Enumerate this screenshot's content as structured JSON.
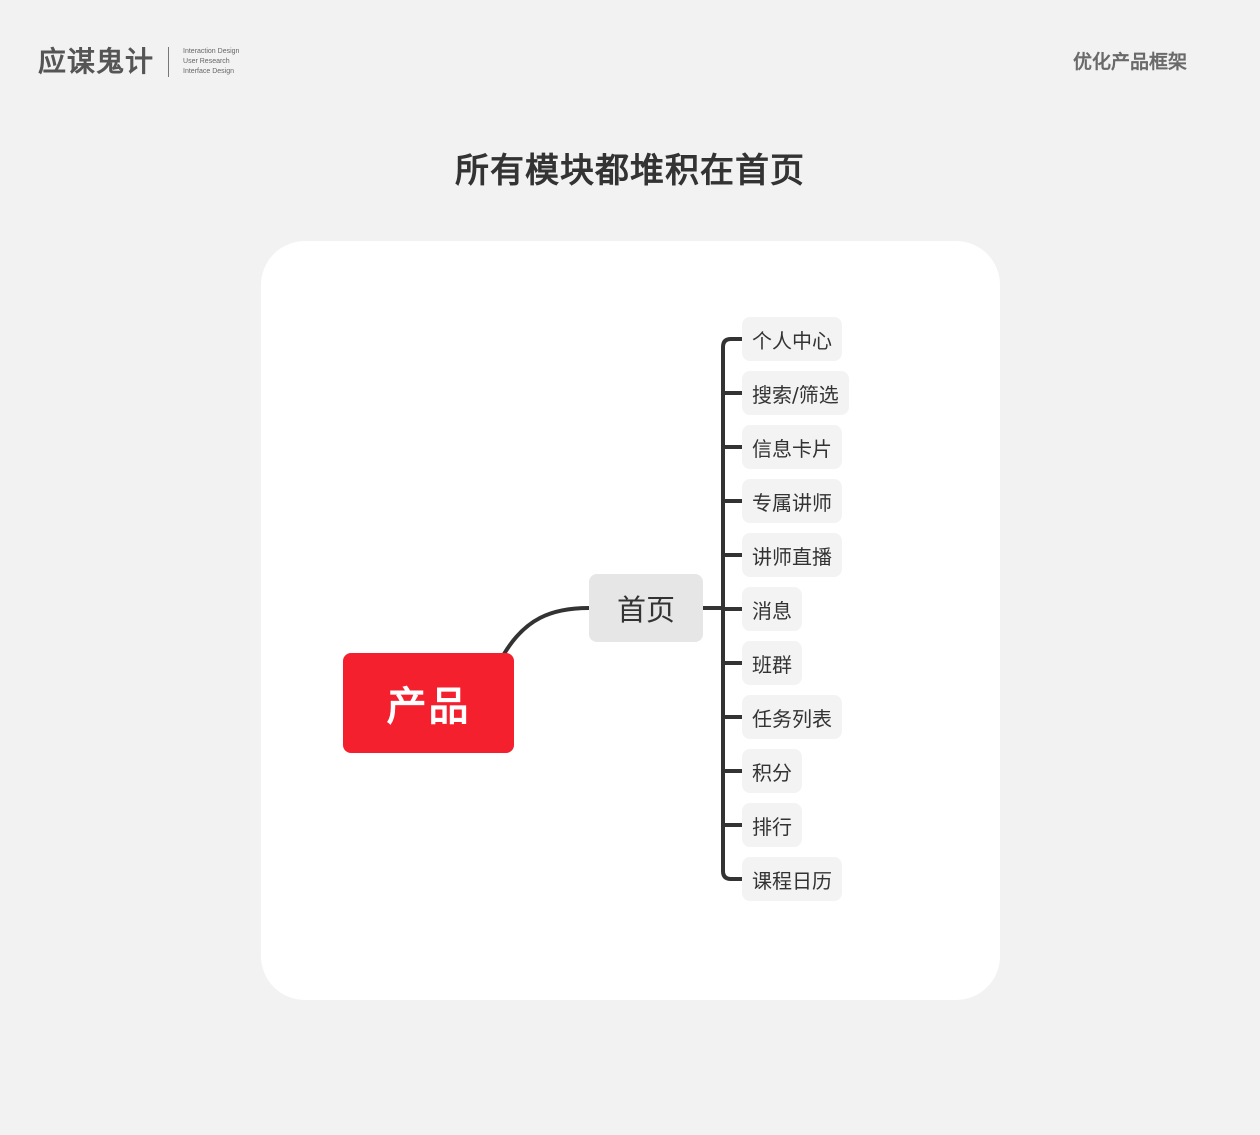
{
  "header": {
    "brand_name": "应谋鬼计",
    "brand_tags": [
      "Interaction Design",
      "User Research",
      "Interface Design"
    ],
    "section_name": "优化产品框架"
  },
  "page_title": "所有模块都堆积在首页",
  "mindmap": {
    "root": "产品",
    "hub": "首页",
    "leaves": [
      "个人中心",
      "搜索/筛选",
      "信息卡片",
      "专属讲师",
      "讲师直播",
      "消息",
      "班群",
      "任务列表",
      "积分",
      "排行",
      "课程日历"
    ]
  },
  "colors": {
    "background": "#f2f2f2",
    "card": "#ffffff",
    "root_node": "#f5202e",
    "hub_node": "#e6e6e6",
    "leaf_node": "#f3f3f3",
    "connector": "#333333"
  }
}
